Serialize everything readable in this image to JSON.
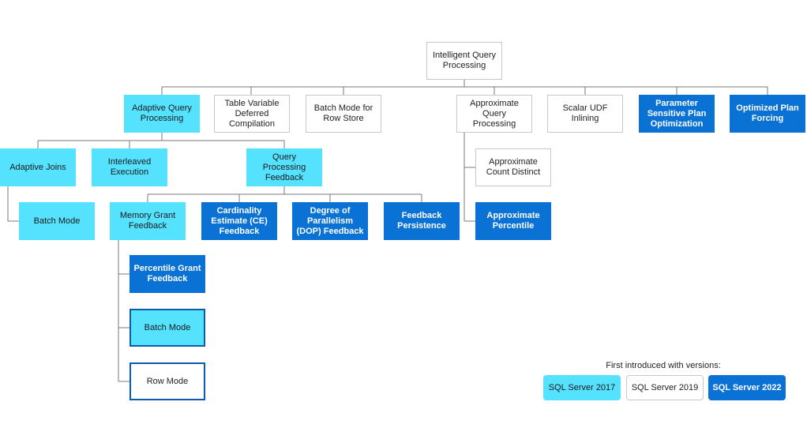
{
  "nodes": {
    "root": "Intelligent Query Processing",
    "adaptive_qp": "Adaptive Query Processing",
    "table_var": "Table Variable Deferred Compilation",
    "batch_rowstore": "Batch Mode for Row Store",
    "approx_qp": "Approximate Query Processing",
    "scalar_udf": "Scalar UDF Inlining",
    "psp": "Parameter Sensitive Plan Optimization",
    "opf": "Optimized Plan Forcing",
    "adaptive_joins": "Adaptive Joins",
    "interleaved": "Interleaved Execution",
    "qp_feedback": "Query Processing Feedback",
    "batch_mode_aj": "Batch Mode",
    "memory_grant": "Memory Grant Feedback",
    "ce_feedback": "Cardinality Estimate (CE) Feedback",
    "dop_feedback": "Degree of Parallelism (DOP) Feedback",
    "feedback_persist": "Feedback Persistence",
    "approx_count": "Approximate Count Distinct",
    "approx_percentile": "Approximate Percentile",
    "percentile_grant": "Percentile Grant Feedback",
    "batch_mode_mg": "Batch Mode",
    "row_mode": "Row Mode"
  },
  "legend": {
    "title": "First introduced with versions:",
    "sql2017": "SQL Server 2017",
    "sql2019": "SQL Server 2019",
    "sql2022": "SQL Server 2022"
  },
  "colors": {
    "sql2017": "#55e2ff",
    "sql2019": "#ffffff",
    "sql2022": "#0a72d4",
    "connector": "#7a7a7a"
  }
}
